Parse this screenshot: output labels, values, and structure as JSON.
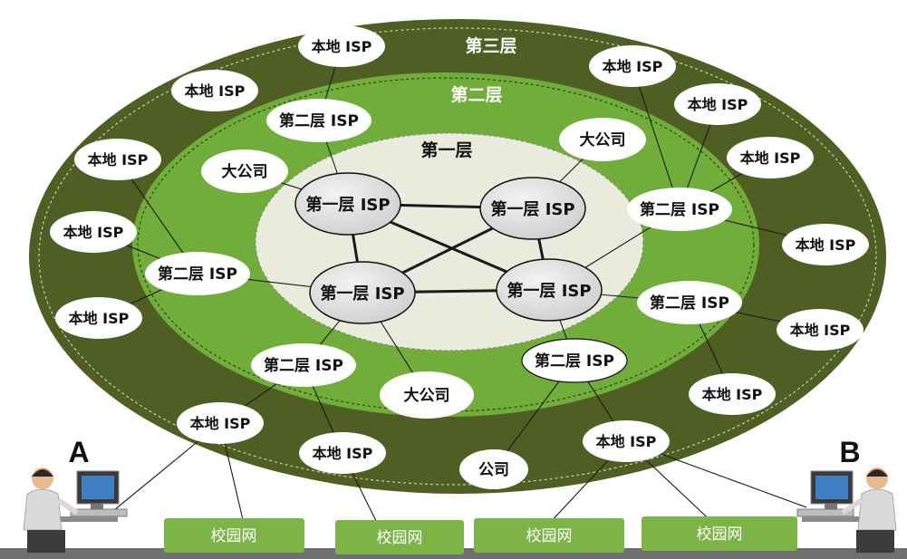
{
  "tiers": {
    "tier3": "第三层",
    "tier2": "第二层",
    "tier1": "第一层"
  },
  "tier1_isp": "第一层 ISP",
  "tier2_isp": "第二层 ISP",
  "local_isp": "本地 ISP",
  "big_company": "大公司",
  "company": "公司",
  "campus": "校园网",
  "users": {
    "a": "A",
    "b": "B"
  },
  "colors": {
    "tier3": "#4f5e23",
    "tier2": "#71ad3b",
    "tier1": "#e9ecdc",
    "campus": "#7cb447"
  }
}
